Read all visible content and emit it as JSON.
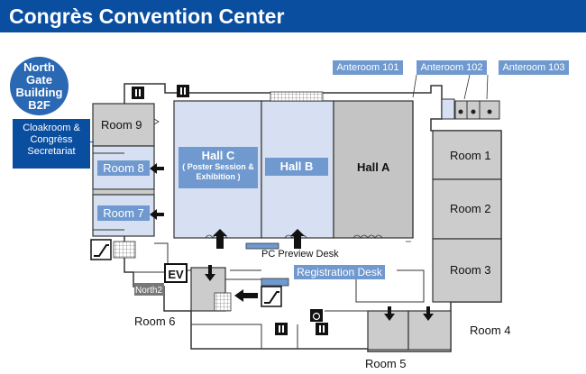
{
  "header": {
    "title": "Congrès Convention Center"
  },
  "building": {
    "line1": "North Gate",
    "line2": "Building",
    "line3": "B2F"
  },
  "labels": {
    "cloakroom": "Cloakroom & Congrèss Secretariat",
    "anteroom_101": "Anteroom 101",
    "anteroom_102": "Anteroom 102",
    "anteroom_103": "Anteroom 103",
    "room_9": "Room 9",
    "room_8": "Room 8",
    "room_7": "Room 7",
    "hall_c": "Hall C",
    "hall_c_sub1": "( Poster Session &",
    "hall_c_sub2": "Exhibition )",
    "hall_b": "Hall B",
    "hall_a": "Hall A",
    "room_1": "Room 1",
    "room_2": "Room 2",
    "room_3": "Room 3",
    "room_4": "Room 4",
    "room_5": "Room 5",
    "room_6": "Room 6",
    "pc_preview": "PC Preview Desk",
    "registration": "Registration Desk",
    "north2": "North2",
    "ev": "EV"
  },
  "colors": {
    "header": "#0a4ea0",
    "highlight": "#6f99cf",
    "hall_fill": "#d6e0f2",
    "room_fill": "#c8c8c8",
    "hall_a_fill": "#c4c4c4"
  },
  "icons": [
    "restroom-icon",
    "escalator-icon",
    "elevator-icon",
    "accessible-restroom-icon",
    "arrow-icon"
  ]
}
